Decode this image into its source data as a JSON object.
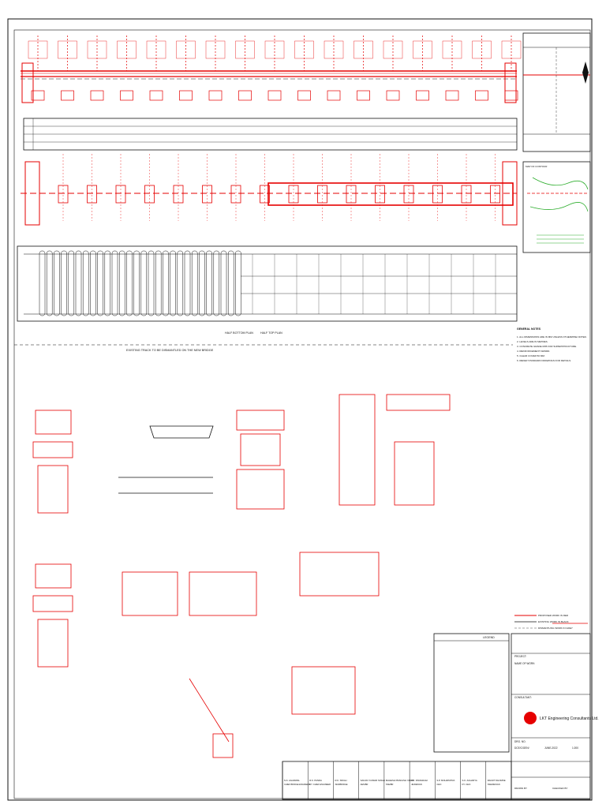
{
  "colors": {
    "line": "#111111",
    "red": "#e60000",
    "green": "#2fae2f",
    "grey": "#888888"
  },
  "plan": {
    "top_label": "MAP OF CONTOUR",
    "bottom_plan_caption": "HALF BOTTOM PLAN",
    "bottom_plan_caption_2": "HALF TOP PLAN",
    "notice": "EXISTING TRACK TO BE DISMANTLED ON THE NEW BRIDGE"
  },
  "notes_heading": "GENERAL NOTES",
  "notes": [
    "1. ALL DIMENSIONS ARE IN MM UNLESS OTHERWISE NOTED.",
    "2. LEVELS ARE IN METRES.",
    "3. CONCRETE GRADE M35 FOR SUPERSTRUCTURE.",
    "4. REINFORCEMENT FE500D.",
    "5. CLEAR COVER 50 MM.",
    "6. REFER STANDARD DRAWINGS FOR DETAILS."
  ],
  "legend": {
    "title": "LEGEND",
    "items": [
      "PROPOSED WORK IN RED",
      "EXISTING WORK IN BLACK",
      "DISMANTLING WORK IN GREY"
    ]
  },
  "title_block": {
    "project_label": "PROJECT:",
    "name_of_work_label": "NAME OF WORK:",
    "consultant_label": "CONSULTANT:",
    "company": "LKT Engineering Consultants Ltd.",
    "drg_no_label": "DRG. NO.",
    "drg_no": "DCE/C/GEN/",
    "scale": "1:200",
    "date": "JUNE-2022",
    "checked_by": "CHECKED BY",
    "drawn_by": "DRAWN BY",
    "signatories": [
      {
        "name": "N.K. AGARWAL",
        "role": "CHIEF BRIDGE ENGINEER"
      },
      {
        "name": "R.K. PANDA",
        "role": "DY. CHIEF ENGINEER"
      },
      {
        "name": "R.K. SINGH",
        "role": "XEN/BRIDGE"
      },
      {
        "name": "SANJAY KUMAR SINGH",
        "role": "AEN/BR"
      },
      {
        "name": "MAHESH PRAKASH YADAV",
        "role": "SSE/BR"
      },
      {
        "name": "P.K. PANIGRAHI",
        "role": "JE/DESIGN"
      },
      {
        "name": "S.P. MOHAPATRA",
        "role": "CE/C"
      },
      {
        "name": "S.K. ACHARYA",
        "role": "DY. CE/C"
      },
      {
        "name": "RANJIT DHOMKE",
        "role": "SSE/DESIGN"
      }
    ]
  }
}
